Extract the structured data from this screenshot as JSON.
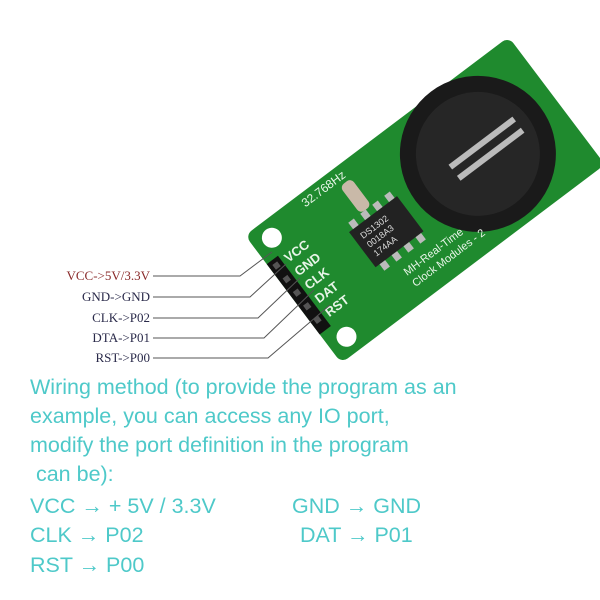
{
  "module": {
    "chip_text": [
      "DS1302",
      "0018A3",
      "174AA"
    ],
    "crystal_text": "32.768Hz",
    "board_text": [
      "MH-Real-Time",
      "Clock Modules - 2"
    ],
    "header_pins": [
      "VCC",
      "GND",
      "CLK",
      "DAT",
      "RST"
    ],
    "colors": {
      "board": "#1f8a2e",
      "silkscreen": "#e8f5e8",
      "battery_holder": "#1a1a1a"
    }
  },
  "pin_labels": [
    {
      "text": "VCC->5V/3.3V"
    },
    {
      "text": "GND->GND"
    },
    {
      "text": "CLK->P02"
    },
    {
      "text": "DTA->P01"
    },
    {
      "text": "RST->P00"
    }
  ],
  "description": {
    "lines": [
      "Wiring method (to provide the program as an",
      "example, you can access any IO port,",
      "modify the port definition in the program",
      " can be):"
    ],
    "color": "#4ec9c9"
  },
  "mappings": [
    {
      "text": "VCC → + 5V / 3.3V"
    },
    {
      "text": "GND → GND"
    },
    {
      "text": "CLK → P02"
    },
    {
      "text": "DAT → P01"
    },
    {
      "text": "RST → P00"
    }
  ]
}
